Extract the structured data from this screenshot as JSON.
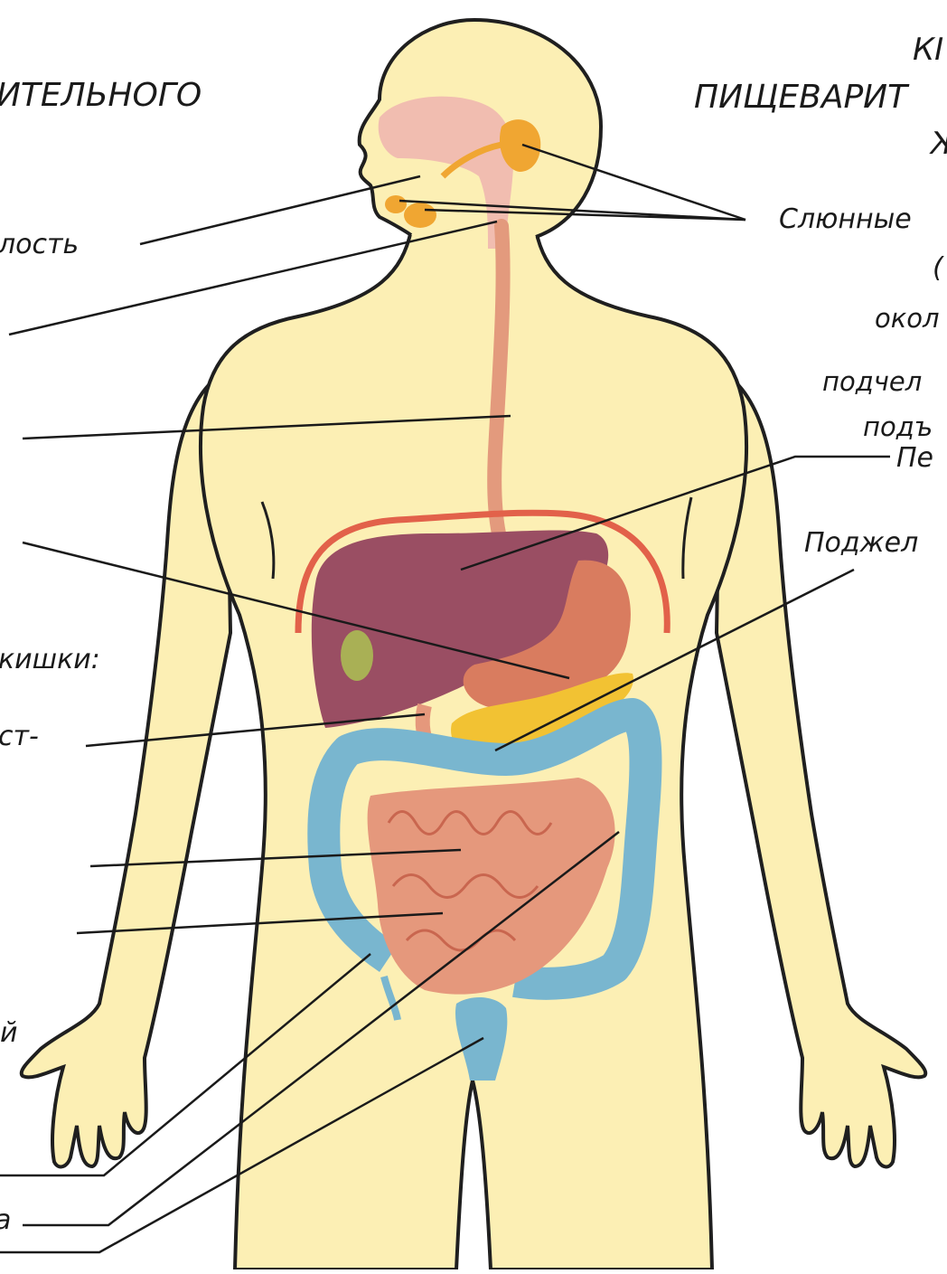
{
  "labels": {
    "title_left": "ИТЕЛЬНОГО",
    "title_right_1": "КІ",
    "title_right_2": "ПИЩЕВАРИТ",
    "title_right_3": "Ж",
    "left_oral_cavity": "лость",
    "left_intestine_header": "кишки:",
    "left_duodenum": "ст-",
    "left_bottom_1": "й",
    "left_bottom_2": "а",
    "right_salivary": "Слюнные",
    "right_paren": "(",
    "right_parotid": "окол",
    "right_submandibular": "подчел",
    "right_sublingual": "подъ",
    "right_liver": "Пе",
    "right_pancreas": "Поджел"
  },
  "colors": {
    "body": "#fcefb4",
    "outline": "#1f1f1f",
    "liver": "#9a4e63",
    "stomach": "#d97c5f",
    "small_intestine": "#e5987c",
    "large_intestine": "#79b6cf",
    "pancreas": "#f2c233",
    "salivary": "#f0a632",
    "esophagus": "#e39a7d",
    "mouth": "#f1bdb0",
    "diaphragm": "#e2614a",
    "gallbladder": "#a9b055"
  }
}
